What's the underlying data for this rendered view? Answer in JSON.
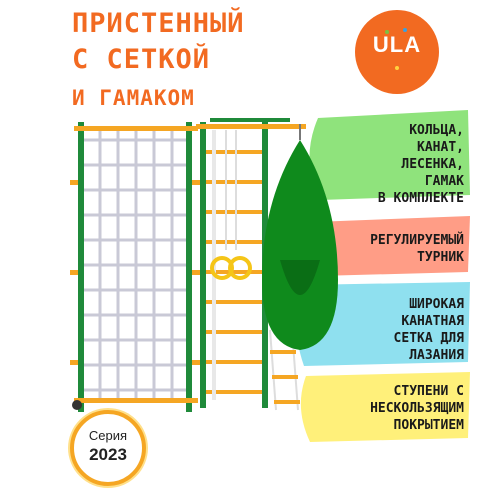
{
  "title": {
    "line1": "ПРИСТЕННЫЙ",
    "line2": "С СЕТКОЙ",
    "line3": "И ГАМАКОМ"
  },
  "logo": {
    "text": "ULA"
  },
  "badges": [
    {
      "text": "КОЛЬЦА,\nКАНАТ,\nЛЕСЕНКА,\nГАМАК\nВ КОМПЛЕКТЕ",
      "color": "#8fe37c"
    },
    {
      "text": "РЕГУЛИРУЕМЫЙ\nТУРНИК",
      "color": "#ff9d86"
    },
    {
      "text": "ШИРОКАЯ\nКАНАТНАЯ\nСЕТКА ДЛЯ\nЛАЗАНИЯ",
      "color": "#8fe0ef"
    },
    {
      "text": "СТУПЕНИ С\nНЕСКОЛЬЗЯЩИМ\nПОКРЫТИЕМ",
      "color": "#fff07a"
    }
  ],
  "series": {
    "label": "Серия",
    "year": "2023"
  },
  "colors": {
    "accent": "#f26a21",
    "frame_green": "#1f8a3a",
    "rung_orange": "#f5a623",
    "net": "#c9c9d6",
    "hammock": "#0f8a1c"
  }
}
